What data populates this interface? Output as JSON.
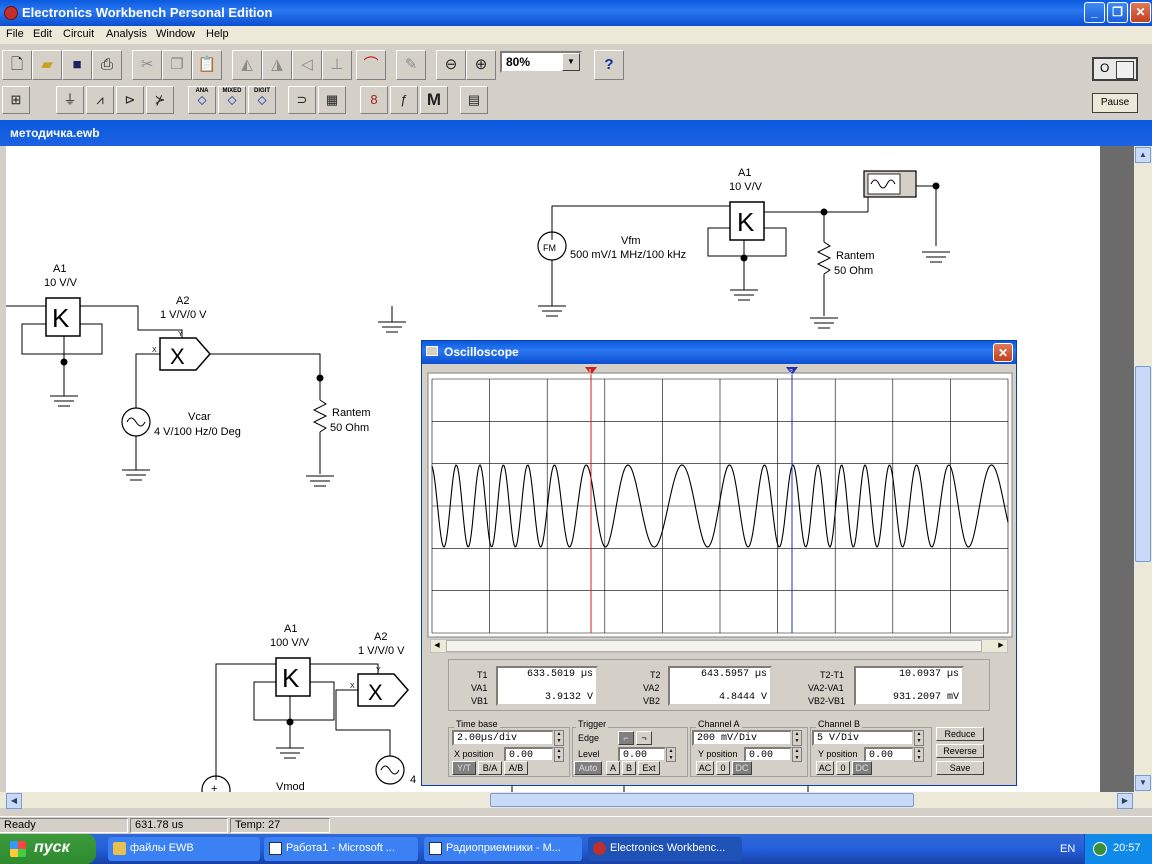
{
  "window": {
    "title": "Electronics Workbench Personal Edition",
    "minimize": "_",
    "maximize": "❐",
    "close": "✕"
  },
  "menu": [
    "File",
    "Edit",
    "Circuit",
    "Analysis",
    "Window",
    "Help"
  ],
  "toolbar": {
    "zoom": "80%",
    "help": "?",
    "pause_label": "Pause",
    "power_label": "O",
    "parts": [
      "ANA",
      "MIXED",
      "DIGIT",
      "M"
    ]
  },
  "document": {
    "title": "методичка.ewb"
  },
  "schematic": {
    "top_right": {
      "amp_name": "A1",
      "amp_gain": "10 V/V",
      "amp_symbol": "K",
      "source_name": "Vfm",
      "source_value": "500 mV/1 MHz/100 kHz",
      "source_symbol": "FM",
      "load_name": "Rantem",
      "load_value": "50  Ohm"
    },
    "left": {
      "amp_name": "A1",
      "amp_gain": "10 V/V",
      "amp_symbol": "K",
      "mult_name": "A2",
      "mult_gain": "1 V/V/0 V",
      "mult_symbol": "X",
      "mult_y": "Y",
      "mult_x": "X",
      "source_name": "Vcar",
      "source_value": "4 V/100 Hz/0 Deg",
      "load_name": "Rantem",
      "load_value": "50  Ohm"
    },
    "bottom": {
      "amp_name": "A1",
      "amp_gain": "100 V/V",
      "amp_symbol": "K",
      "mult_name": "A2",
      "mult_gain": "1 V/V/0 V",
      "mult_symbol": "X",
      "mult_y": "Y",
      "mult_x": "X",
      "source_name": "Vmod",
      "source_partial": "4",
      "plus": "+"
    }
  },
  "oscilloscope": {
    "title": "Oscilloscope",
    "close": "✕",
    "cursor1": "1",
    "cursor2": "2",
    "readouts": {
      "t1_label": "T1",
      "t1": "633.5019  µs",
      "va1_label": "VA1",
      "vb1_label": "VB1",
      "vb1": "3.9132  V",
      "t2_label": "T2",
      "t2": "643.5957  µs",
      "va2_label": "VA2",
      "vb2_label": "VB2",
      "vb2": "4.8444  V",
      "dt_label": "T2-T1",
      "dt": "10.0937  µs",
      "dva_label": "VA2-VA1",
      "dvb_label": "VB2-VB1",
      "dvb": "931.2097  mV"
    },
    "time_base": {
      "title": "Time base",
      "value": "2.00µs/div",
      "xpos_label": "X position",
      "xpos": "0.00",
      "modes": [
        "Y/T",
        "B/A",
        "A/B"
      ]
    },
    "trigger": {
      "title": "Trigger",
      "edge_label": "Edge",
      "level_label": "Level",
      "level": "0.00",
      "modes": [
        "Auto",
        "A",
        "B",
        "Ext"
      ],
      "edge_rise": "⌐",
      "edge_fall": "¬"
    },
    "channel_a": {
      "title": "Channel A",
      "value": "200 mV/Div",
      "ypos_label": "Y position",
      "ypos": "0.00",
      "coupling": [
        "AC",
        "0",
        "DC"
      ]
    },
    "channel_b": {
      "title": "Channel B",
      "value": "5 V/Div",
      "ypos_label": "Y position",
      "ypos": "0.00",
      "coupling": [
        "AC",
        "0",
        "DC"
      ]
    },
    "buttons": {
      "reduce": "Reduce",
      "reverse": "Reverse",
      "save": "Save"
    }
  },
  "status": {
    "state": "Ready",
    "time": "631.78 us",
    "temp": "Temp:  27"
  },
  "taskbar": {
    "start": "пуск",
    "tasks": [
      "файлы EWB",
      "Работа1 - Microsoft ...",
      "Радиоприемники - M...",
      "Electronics Workbenc..."
    ],
    "lang": "EN",
    "clock": "20:57"
  }
}
